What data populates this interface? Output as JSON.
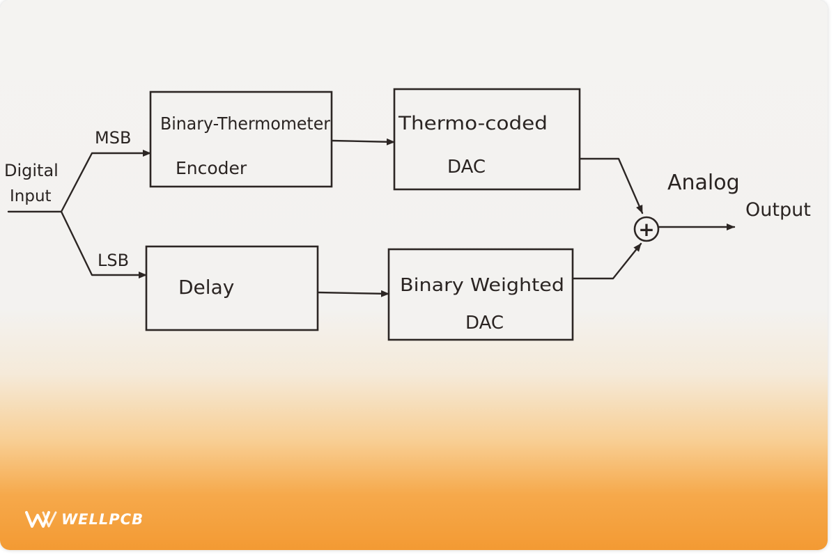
{
  "diagram": {
    "input_label_line1": "Digital",
    "input_label_line2": "Input",
    "msb_label": "MSB",
    "lsb_label": "LSB",
    "encoder_line1": "Binary-Thermometer",
    "encoder_line2": "Encoder",
    "thermo_dac_line1": "Thermo-coded",
    "thermo_dac_line2": "DAC",
    "delay_label": "Delay",
    "binary_dac_line1": "Binary Weighted",
    "binary_dac_line2": "DAC",
    "summer_symbol": "+",
    "output_label_line1": "Analog",
    "output_label_line2": "Output"
  },
  "brand": {
    "name": "WELLPCB"
  },
  "colors": {
    "ink": "#2c2624",
    "paper": "#f3f2f0",
    "accent_orange": "#f39a33"
  }
}
